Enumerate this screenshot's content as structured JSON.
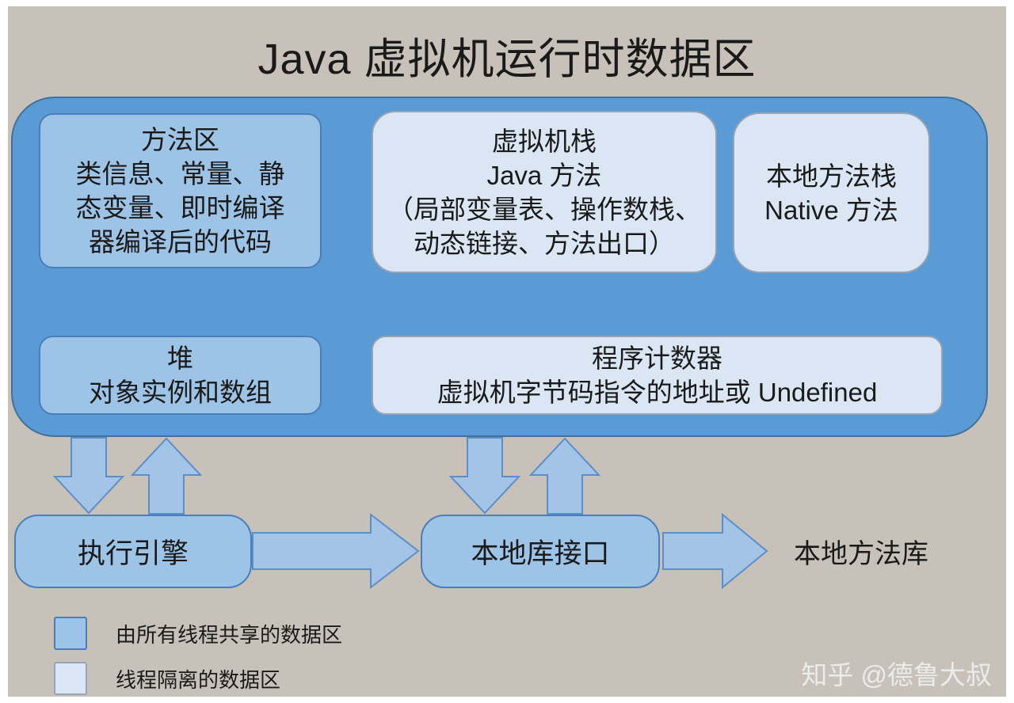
{
  "title": "Java 虚拟机运行时数据区",
  "runtime_area": {
    "method_area": {
      "lines": [
        "方法区",
        "类信息、常量、静",
        "态变量、即时编译",
        "器编译后的代码"
      ]
    },
    "vm_stack": {
      "lines": [
        "虚拟机栈",
        "Java 方法",
        "（局部变量表、操作数栈、",
        "动态链接、方法出口）"
      ]
    },
    "native_method_stack": {
      "lines": [
        "本地方法栈",
        "Native 方法"
      ]
    },
    "heap": {
      "lines": [
        "堆",
        "对象实例和数组"
      ]
    },
    "program_counter": {
      "lines": [
        "程序计数器",
        "虚拟机字节码指令的地址或 Undefined"
      ]
    }
  },
  "bottom_flow": {
    "execution_engine": "执行引擎",
    "native_library_interface": "本地库接口",
    "native_method_library": "本地方法库"
  },
  "legend": [
    {
      "type": "shared",
      "label": "由所有线程共享的数据区"
    },
    {
      "type": "isolated",
      "label": "线程隔离的数据区"
    }
  ],
  "watermark": "知乎 @德鲁大叔",
  "colors": {
    "background": "#c7c1ba",
    "container_fill": "#5b9bd5",
    "container_stroke": "#41719c",
    "shared_fill": "#9dc3e6",
    "shared_stroke": "#4a7ebb",
    "isolated_fill": "#dae6f3",
    "isolated_stroke": "#98a4b5",
    "arrow_fill": "#a3c4e6",
    "arrow_stroke": "#5b8fc9",
    "text": "#1a1a1a",
    "watermark_color": "#ebebeb"
  }
}
